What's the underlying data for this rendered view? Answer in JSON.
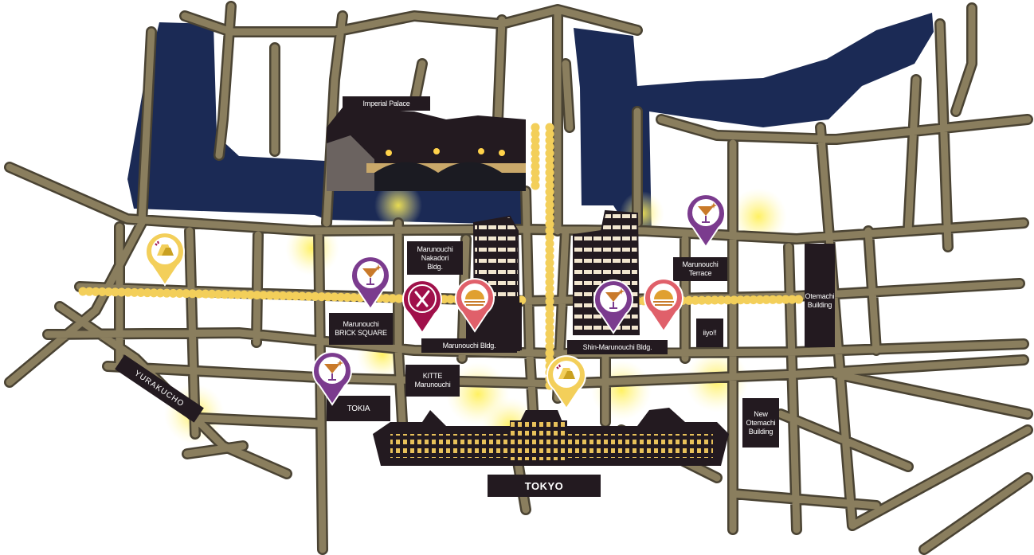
{
  "colors": {
    "road": "#8a7e5e",
    "road_edge": "#4a4333",
    "water": "#1b2a55",
    "building": "#231a20",
    "window_light": "#e8c15a",
    "glow": "#ffe94a",
    "pin_bar": "#7b3b8e",
    "pin_restaurant": "#a0104a",
    "pin_hotel": "#e0606a",
    "pin_shop": "#f3cf5a"
  },
  "labels": {
    "imperial_palace": "Imperial Palace",
    "nakadori": "Marunouchi\nNakadori\nBldg.",
    "brick_square": "Marunouchi\nBRICK SQUARE",
    "marunouchi_bldg": "Marunouchi Bldg.",
    "shin_marunouchi": "Shin-Marunouchi Bldg.",
    "terrace": "Marunouchi\nTerrace",
    "iiyo": "iiyo!!",
    "otemachi": "Otemachi\nBuilding",
    "new_otemachi": "New\nOtemachi\nBuilding",
    "kitte": "KITTE\nMarunouchi",
    "tokia": "TOKIA",
    "yurakucho": "YURAKUCHO",
    "tokyo": "TOKYO"
  },
  "pins": [
    {
      "id": "pin-shop-yurakucho",
      "kind": "shop",
      "icon": "shopping-bag-icon"
    },
    {
      "id": "pin-bar-brick-square",
      "kind": "bar",
      "icon": "cocktail-icon"
    },
    {
      "id": "pin-restaurant-marunouchi",
      "kind": "restaurant",
      "icon": "fork-knife-icon"
    },
    {
      "id": "pin-hotel-marunouchi",
      "kind": "hotel",
      "icon": "sunrise-icon"
    },
    {
      "id": "pin-bar-shin-marunouchi",
      "kind": "bar",
      "icon": "cocktail-icon"
    },
    {
      "id": "pin-hotel-shin-marunouchi",
      "kind": "hotel",
      "icon": "sunrise-icon"
    },
    {
      "id": "pin-bar-terrace",
      "kind": "bar",
      "icon": "cocktail-icon"
    },
    {
      "id": "pin-bar-tokia",
      "kind": "bar",
      "icon": "cocktail-icon"
    },
    {
      "id": "pin-shop-tokyo",
      "kind": "shop",
      "icon": "shopping-bag-icon"
    }
  ]
}
